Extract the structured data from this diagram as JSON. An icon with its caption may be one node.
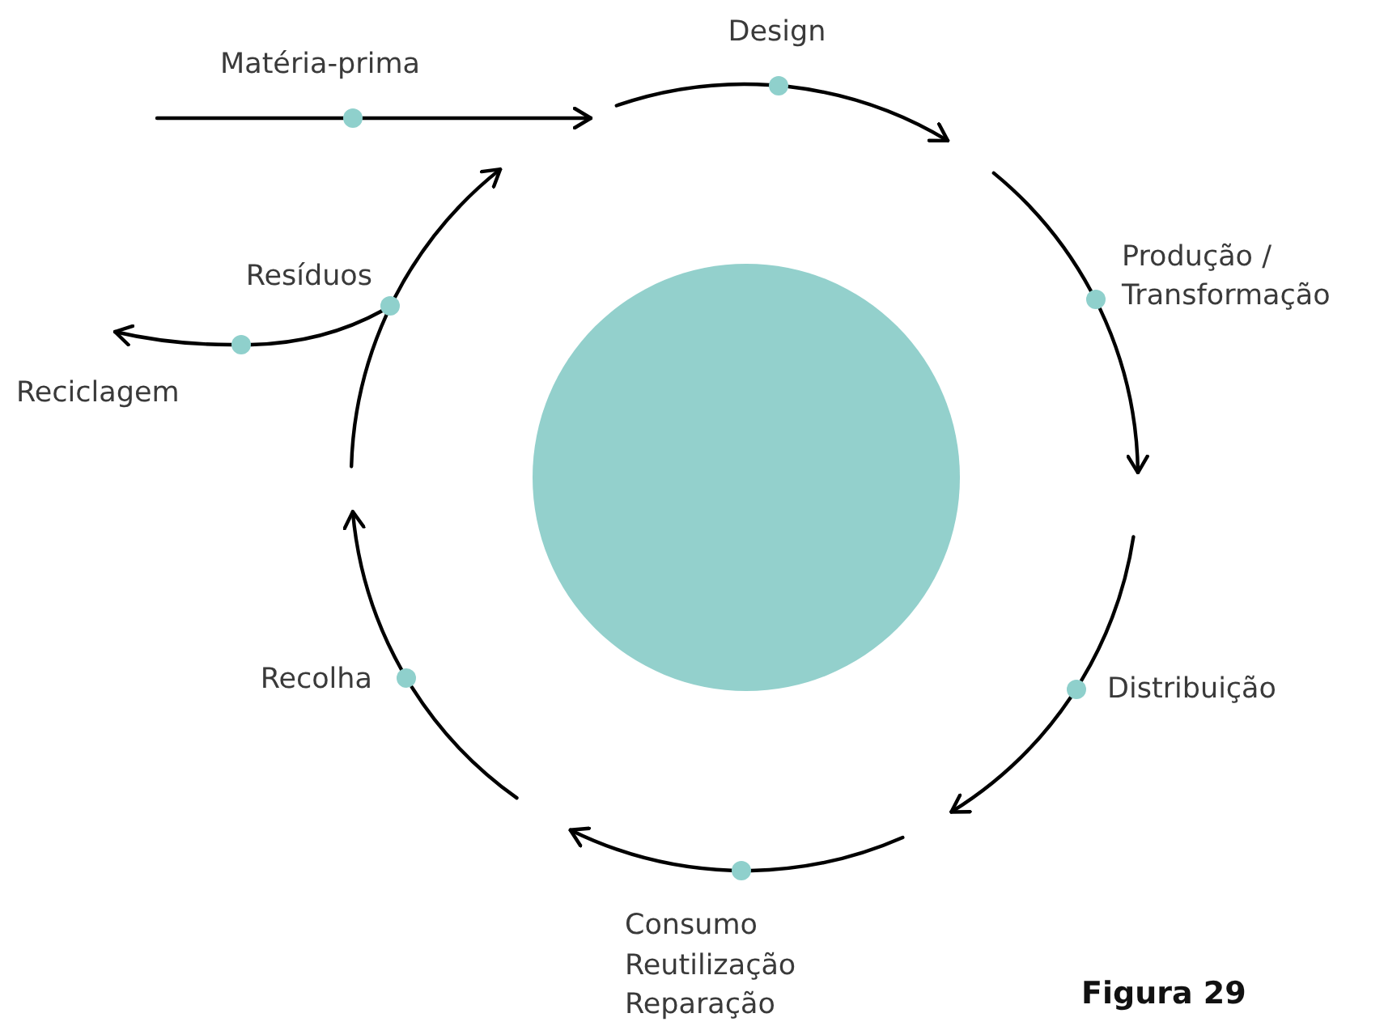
{
  "diagram": {
    "nodes": [
      {
        "text": [],
        "shape": "circle",
        "beside": [
          "Matéria-prima"
        ]
      },
      {
        "text": [],
        "shape": "circle",
        "beside": [
          "Design"
        ]
      },
      {
        "text": [],
        "shape": "circle",
        "beside": [
          "Produção / Transformação"
        ]
      },
      {
        "text": [],
        "shape": "circle",
        "beside": [
          "Resíduos"
        ]
      },
      {
        "text": [],
        "shape": "circle",
        "beside": [
          "Reciclagem"
        ]
      },
      {
        "text": [],
        "shape": "circle"
      },
      {
        "text": [],
        "shape": "circle",
        "beside": [
          "Recolha"
        ]
      },
      {
        "text": [],
        "shape": "circle",
        "beside": [
          "Distribuição"
        ]
      },
      {
        "text": [],
        "shape": "circle",
        "beside": [
          "Consumo",
          "Reutilização",
          "Reparação"
        ]
      }
    ],
    "edges": [
      {
        "from": null,
        "to": 0,
        "arrow": "none"
      },
      {
        "from": 0,
        "to": null,
        "arrow": "to"
      },
      {
        "from": null,
        "to": 1,
        "arrow": "none"
      },
      {
        "from": 1,
        "to": null,
        "arrow": "to"
      },
      {
        "from": null,
        "to": 2,
        "arrow": "none"
      },
      {
        "from": 2,
        "to": null,
        "arrow": "to"
      },
      {
        "from": null,
        "to": 7,
        "arrow": "none"
      },
      {
        "from": 7,
        "to": null,
        "arrow": "to"
      },
      {
        "from": null,
        "to": 8,
        "arrow": "none"
      },
      {
        "from": 8,
        "to": null,
        "arrow": "to"
      },
      {
        "from": null,
        "to": 6,
        "arrow": "none"
      },
      {
        "from": 6,
        "to": null,
        "arrow": "to"
      },
      {
        "from": null,
        "to": 3,
        "arrow": "none"
      },
      {
        "from": 3,
        "to": null,
        "arrow": "to"
      },
      {
        "from": 3,
        "to": 4,
        "arrow": "none"
      },
      {
        "from": 4,
        "to": null,
        "arrow": "to"
      }
    ],
    "labels": [
      "Figura 29"
    ]
  }
}
